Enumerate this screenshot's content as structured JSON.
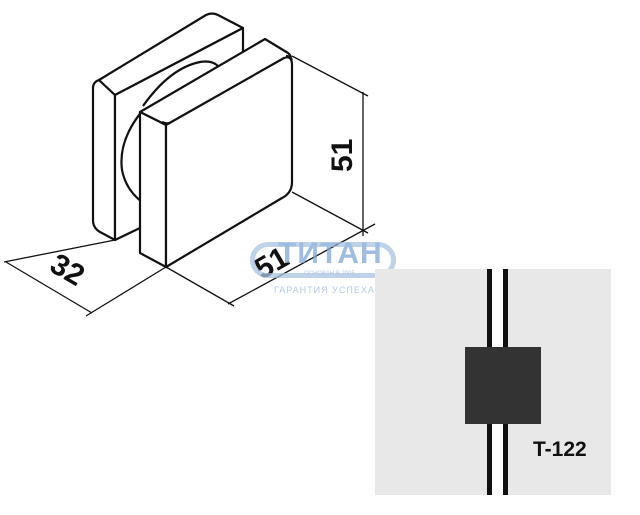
{
  "drawing": {
    "dimensions": {
      "height": "51",
      "width": "51",
      "depth": "32"
    },
    "line_color": "#111111"
  },
  "watermark": {
    "name": "ТИТАН",
    "since": "ОСНОВАН В 2005",
    "slogan": "ГАРАНТИЯ  УСПЕХА",
    "color": "#7ea7d6"
  },
  "inset": {
    "model": "T-122",
    "panel_color": "#e8e8e8",
    "fitting_color": "#333333"
  }
}
